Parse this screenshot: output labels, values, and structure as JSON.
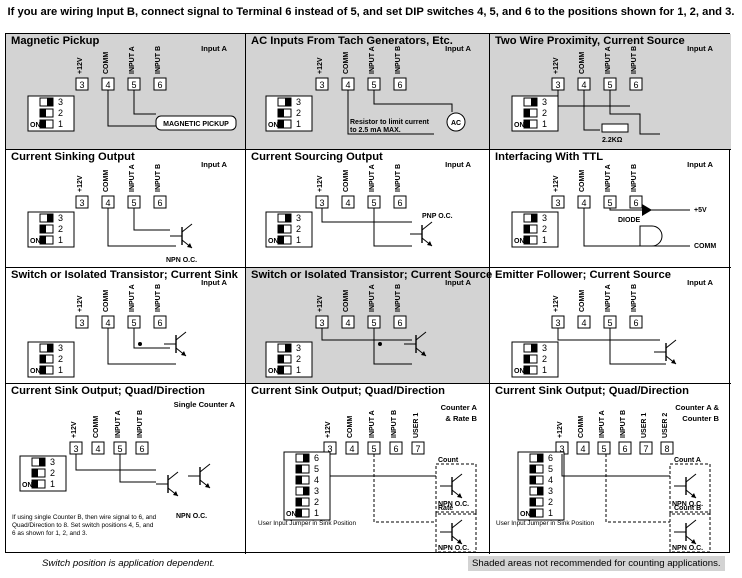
{
  "header": "If you are wiring Input B, connect signal to Terminal 6 instead of 5, and set DIP switches 4, 5, and 6 to the positions shown for 1, 2, and 3.",
  "terminals": {
    "plus12": "+12V",
    "comm": "COMM",
    "input_a": "INPUT A",
    "input_b": "INPUT B",
    "user1": "USER 1",
    "user2": "USER 2"
  },
  "numbers": {
    "n1": "1",
    "n2": "2",
    "n3": "3",
    "n4": "4",
    "n5": "5",
    "n6": "6",
    "n7": "7",
    "n8": "8"
  },
  "on_label": "ON",
  "panels": [
    {
      "title": "Magnetic Pickup",
      "subtitle": "Input A",
      "device": "MAGNETIC PICKUP"
    },
    {
      "title": "AC Inputs From Tach Generators, Etc.",
      "subtitle": "Input A",
      "note": "Resistor to limit current to 2.5 mA MAX.",
      "ac": "AC"
    },
    {
      "title": "Two Wire Proximity, Current Source",
      "subtitle": "Input A",
      "resistor": "2.2KΩ"
    },
    {
      "title": "Current Sinking Output",
      "subtitle": "Input A",
      "device": "NPN  O.C."
    },
    {
      "title": "Current Sourcing Output",
      "subtitle": "Input A",
      "device": "PNP  O.C."
    },
    {
      "title": "Interfacing With TTL",
      "subtitle": "Input A",
      "diode": "DIODE",
      "v5": "+5V",
      "comm": "COMM"
    },
    {
      "title": "Switch or Isolated Transistor; Current Sink",
      "subtitle": "Input A"
    },
    {
      "title": "Switch or Isolated Transistor; Current Source",
      "subtitle": "Input A"
    },
    {
      "title": "Emitter Follower; Current Source",
      "subtitle": "Input A"
    },
    {
      "title": "Current Sink Output; Quad/Direction",
      "subtitle": "Single Counter A",
      "device": "NPN  O.C.",
      "note": "If using single Counter B, then wire signal to 6, and Quad/Direction to 8. Set switch positions 4, 5, and 6 as shown for 1, 2, and 3."
    },
    {
      "title": "Current Sink Output; Quad/Direction",
      "subtitle1": "Counter A",
      "subtitle2": "& Rate B",
      "count": "Count",
      "rate": "Rate",
      "device": "NPN  O.C.",
      "note": "User Input Jumper in Sink Position"
    },
    {
      "title": "Current Sink Output; Quad/Direction",
      "subtitle1": "Counter A &",
      "subtitle2": "Counter B",
      "count_a": "Count  A",
      "count_b": "Count  B",
      "device": "NPN  O.C.",
      "note": "User Input Jumper in Sink Position"
    }
  ],
  "footer_left": "Switch position is application dependent.",
  "footer_right": "Shaded areas not recommended for counting applications."
}
